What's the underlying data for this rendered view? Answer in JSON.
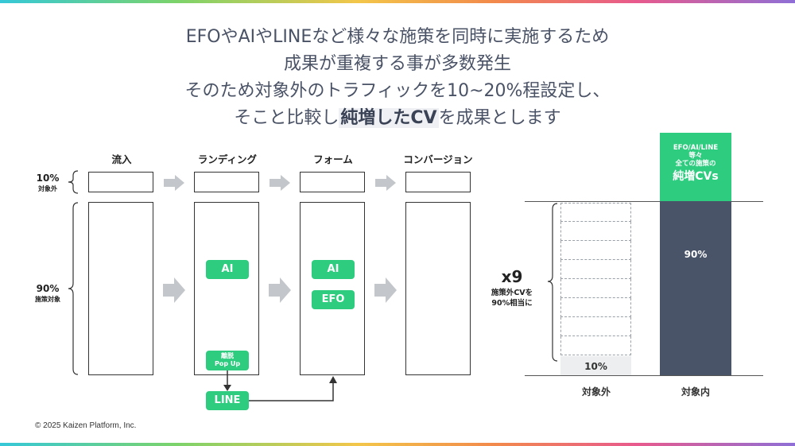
{
  "title": {
    "line1": "EFOやAIやLINEなど様々な施策を同時に実施するため",
    "line2": "成果が重複する事が多数発生",
    "line3": "そのため対象外のトラフィックを10~20%程設定し、",
    "line4_pre": "そこと比較し",
    "line4_highlight": "純増したCV",
    "line4_post": "を成果とします"
  },
  "funnel": {
    "stages": [
      "流入",
      "ランディング",
      "フォーム",
      "コンバージョン"
    ],
    "top_pct": "10%",
    "top_pct_sub": "対象外",
    "bottom_pct": "90%",
    "bottom_pct_sub": "施策対象",
    "landing_ai": "AI",
    "landing_exit_line1": "離脱",
    "landing_exit_line2": "Pop Up",
    "line_pill": "LINE",
    "form_ai": "AI",
    "form_efo": "EFO"
  },
  "chart": {
    "multiplier": "x9",
    "multiplier_sub_line1": "施策外CVを",
    "multiplier_sub_line2": "90%相当に",
    "control_pct": "10%",
    "treatment_pct": "90%",
    "net_line1": "EFO/AI/LINE",
    "net_line2": "等々",
    "net_line3": "全ての施策の",
    "net_line4": "純増CVs",
    "control_label": "対象外",
    "treatment_label": "対象内"
  },
  "colors": {
    "green": "#2ecc7f",
    "dark": "#4a5468",
    "arrow_gray": "#c3c6ca"
  },
  "footer": "© 2025 Kaizen Platform, Inc."
}
